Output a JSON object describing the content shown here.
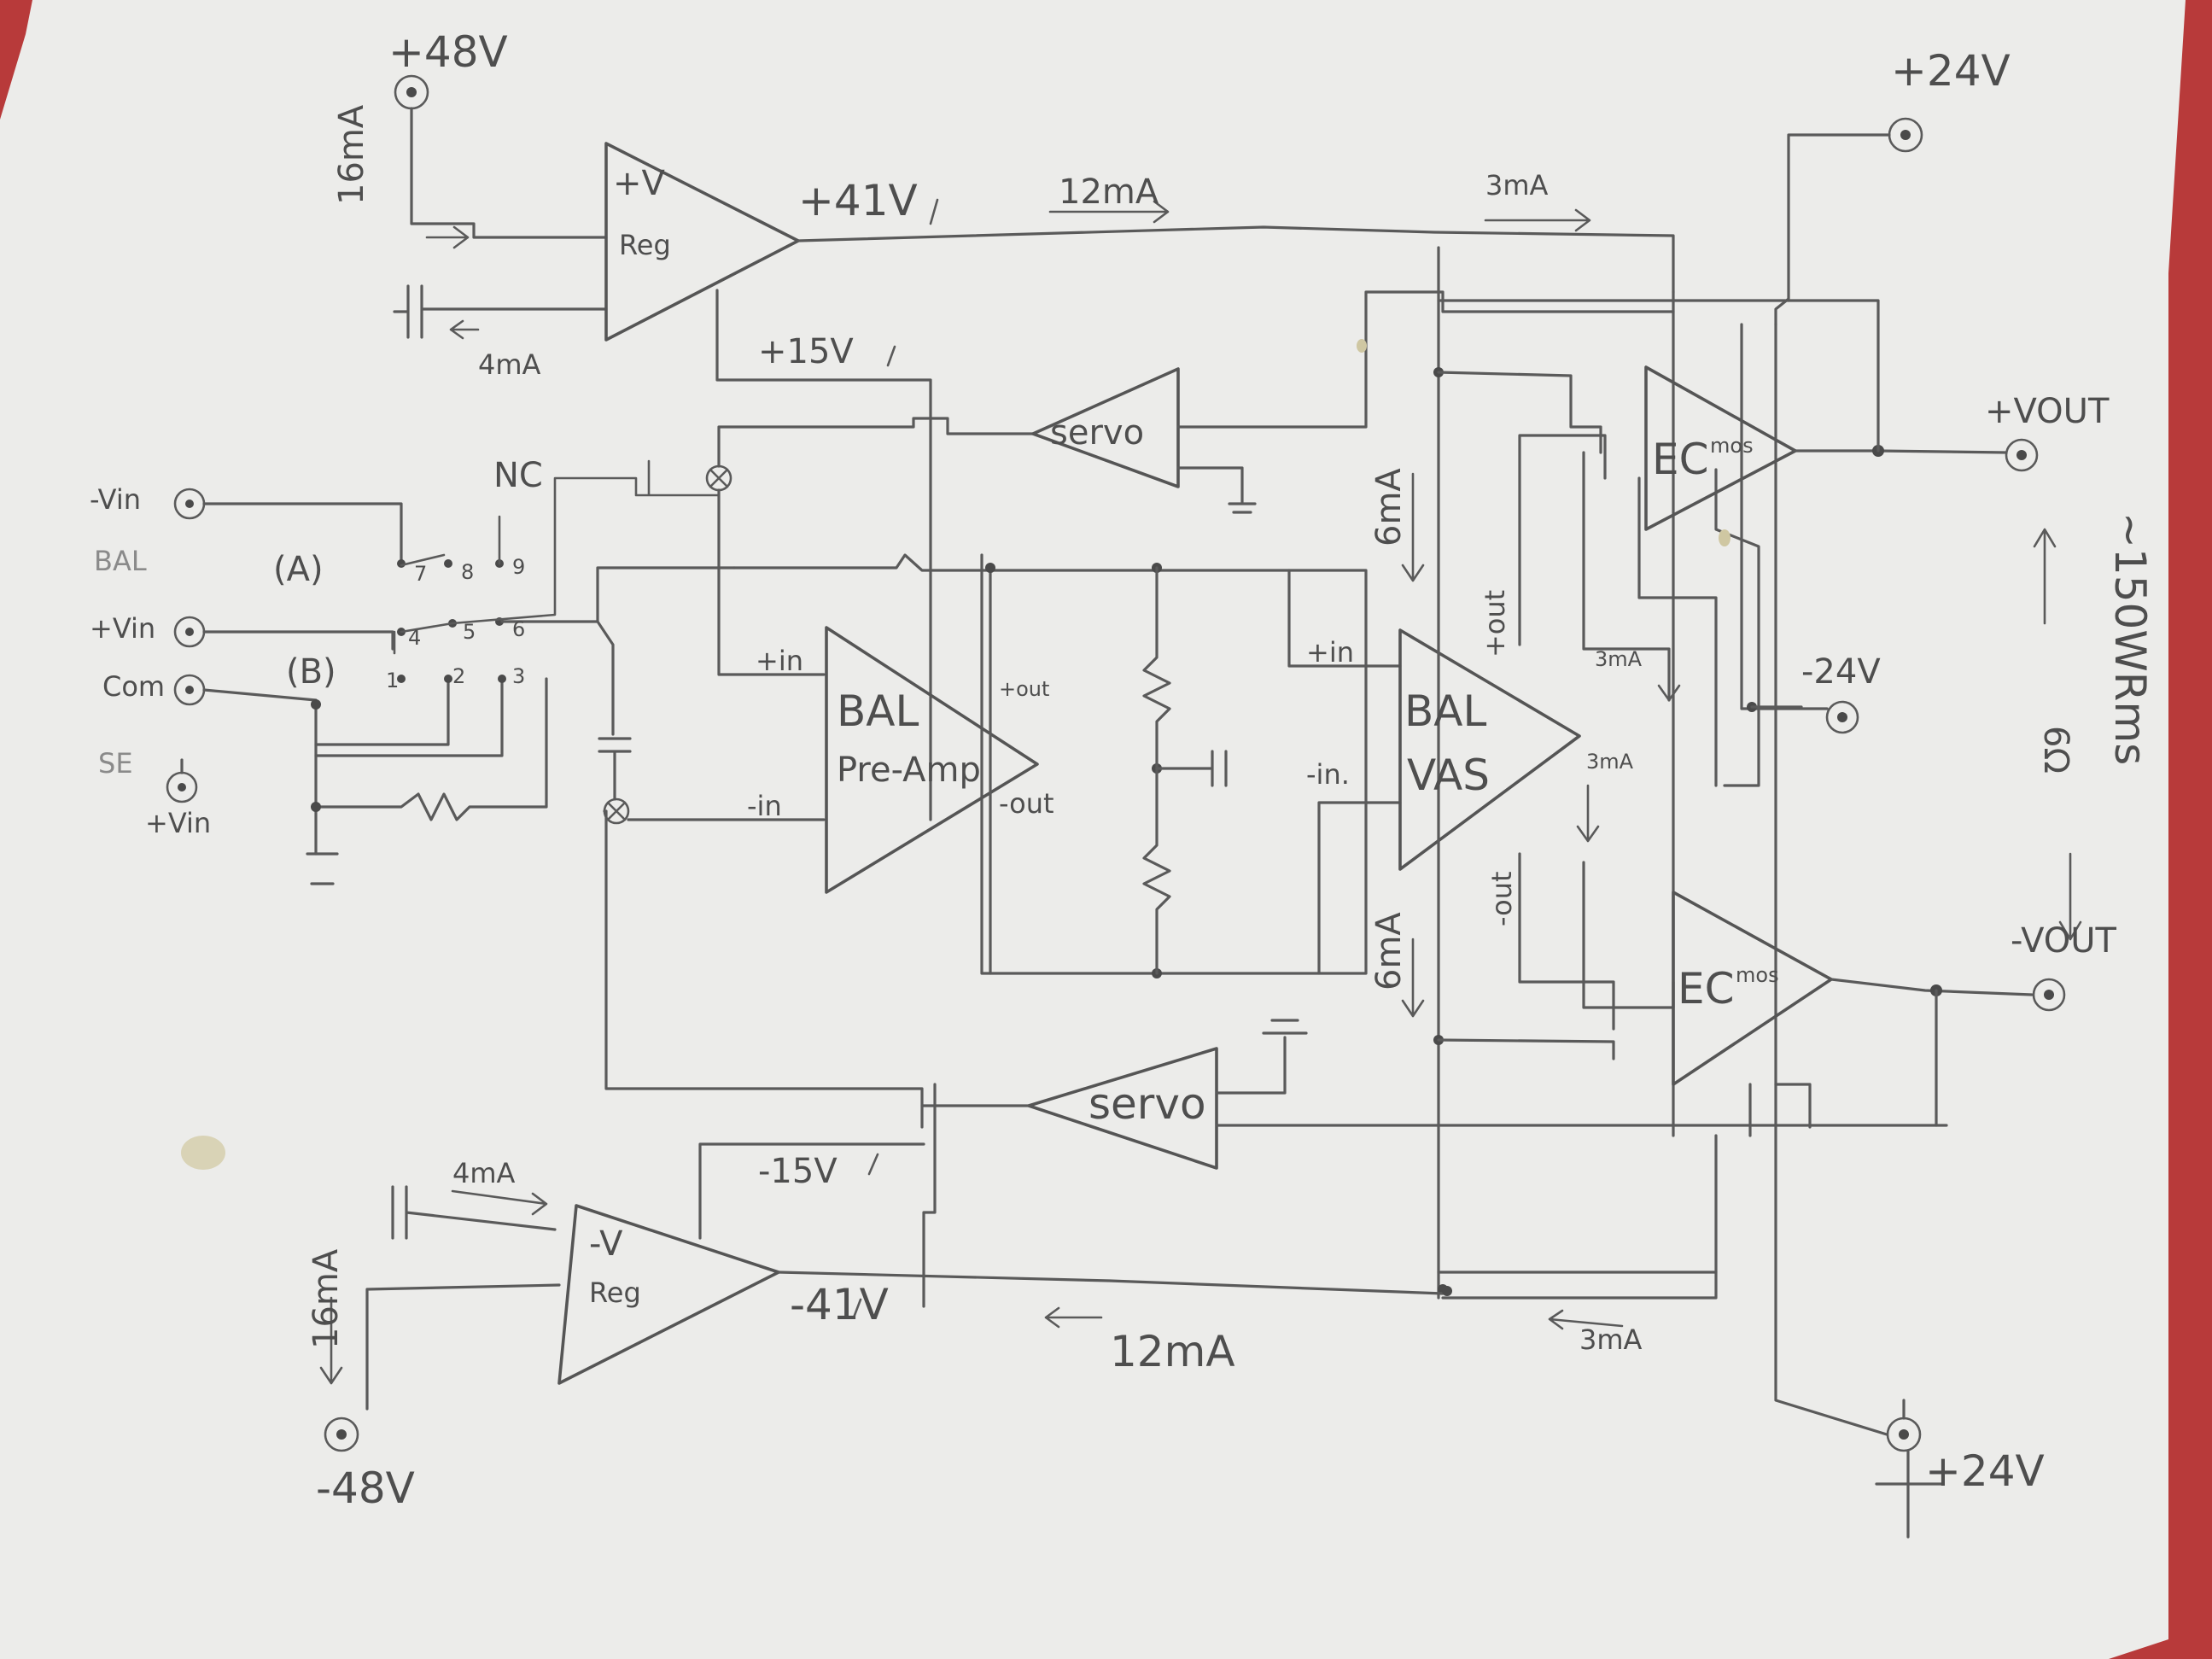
{
  "labels": {
    "p48v": "+48V",
    "m48v": "-48V",
    "p24v_top": "+24V",
    "p24v_bottom": "+24V",
    "m24v": "-24V",
    "i16ma_top": "16mA",
    "i16ma_bottom": "16mA",
    "i4ma_top": "4mA",
    "i4ma_bottom": "4mA",
    "i12ma_top": "12mA",
    "i12ma_bottom": "12mA",
    "i3ma_top": "3mA",
    "i3ma_bottom": "3mA",
    "i6ma_top": "6mA",
    "i6ma_bottom": "6mA",
    "i3ma_mid1": "3mA",
    "i3ma_mid2": "3mA",
    "p41v": "+41V",
    "m41v": "-41V",
    "p15v": "+15V",
    "m15v": "-15V",
    "vreg_pos_line1": "+V",
    "vreg_pos_line2": "Reg",
    "vreg_neg_line1": "-V",
    "vreg_neg_line2": "Reg",
    "servo_top": "servo",
    "servo_bottom": "servo",
    "preamp_line1": "BAL",
    "preamp_line2": "Pre-Amp",
    "preamp_pin_pos_in": "+in",
    "preamp_pin_neg_in": "-in",
    "preamp_pin_pos_out": "+out",
    "preamp_pin_neg_out": "-out",
    "vas_line1": "BAL",
    "vas_line2": "VAS",
    "vas_pin_pos_in": "+in",
    "vas_pin_neg_in": "-in.",
    "vas_pin_pos_out": "+out",
    "vas_pin_neg_out": "-out",
    "ecmos_top_main": "EC",
    "ecmos_top_sub": "mos",
    "ecmos_bottom_main": "EC",
    "ecmos_bottom_sub": "mos",
    "neg_vin": "-Vin",
    "bal": "BAL",
    "pos_vin": "+Vin",
    "com": "Com",
    "se": "SE",
    "se_pos_vin": "+Vin",
    "switch_a": "(A)",
    "switch_b": "(B)",
    "nc": "NC",
    "pin_1": "1",
    "pin_2": "2",
    "pin_3": "3",
    "pin_4": "4",
    "pin_5": "5",
    "pin_6": "6",
    "pin_7": "7",
    "pin_8": "8",
    "pin_9": "9",
    "pos_vout": "+VOUT",
    "neg_vout": "-VOUT",
    "power_rating": "~150WRms",
    "load": "6Ω"
  }
}
